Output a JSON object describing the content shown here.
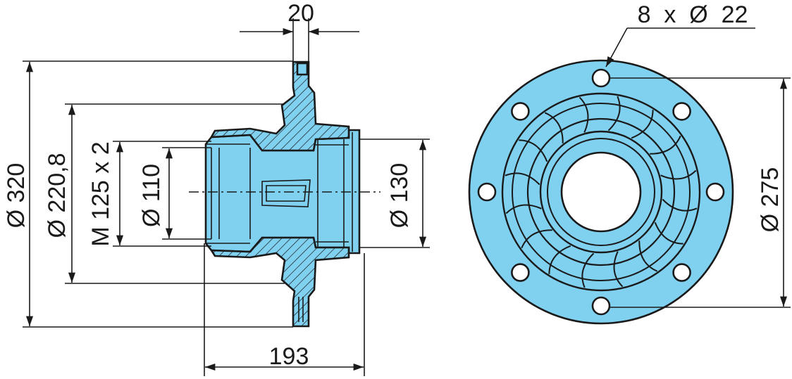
{
  "drawing": {
    "part_color": "#80d0f0",
    "line_color": "#1a1a1a",
    "section_view": {
      "dim_flange_width": "20",
      "dim_outer_diameter": "Ø 320",
      "dim_pitch_diameter": "Ø 220,8",
      "dim_thread": "M 125 x 2",
      "dim_bore_left": "Ø 110",
      "dim_bore_right": "Ø 130",
      "dim_total_length": "193"
    },
    "front_view": {
      "dim_holes": "8  x  Ø  22",
      "dim_bolt_circle": "Ø 275",
      "hole_count": 8
    }
  }
}
